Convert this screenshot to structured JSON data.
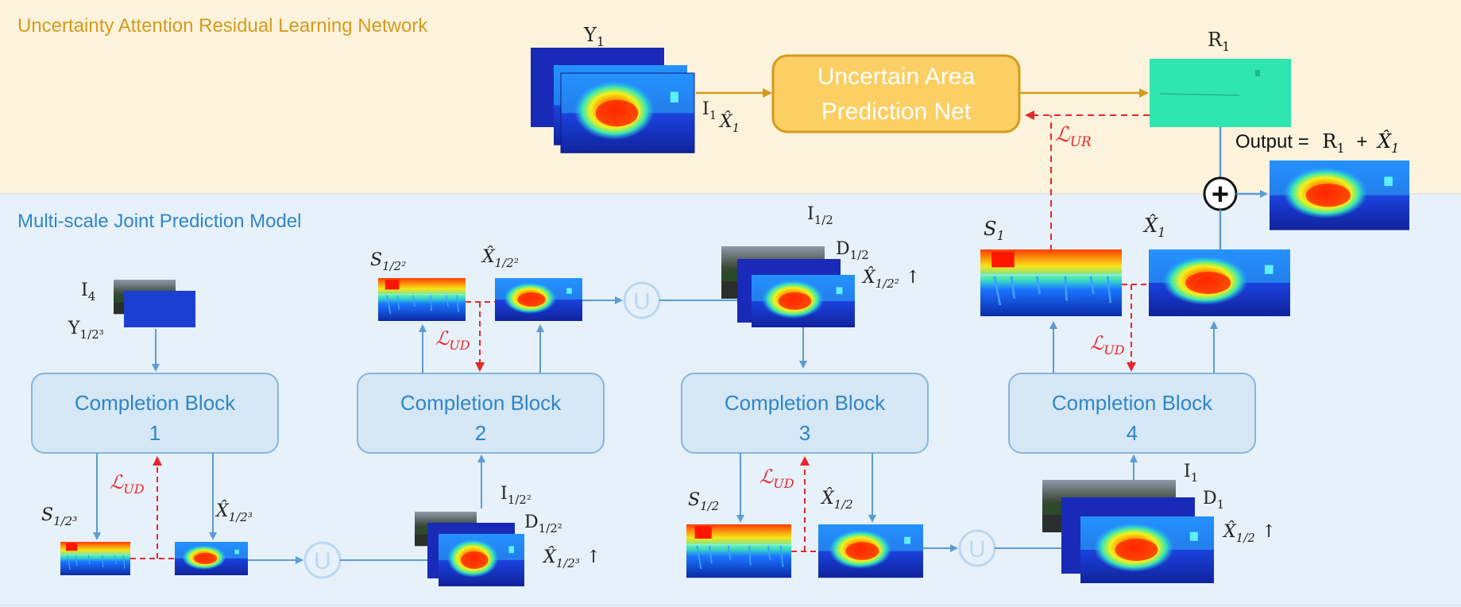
{
  "sections": {
    "top": {
      "title": "Uncertainty Attention Residual Learning Network",
      "bg": "#fdf3dc",
      "title_color": "#d39b1e"
    },
    "bottom": {
      "title": "Multi-scale Joint Prediction Model",
      "bg": "#e7f1fa",
      "title_color": "#2e86c8"
    }
  },
  "colors": {
    "block_fill": "#d6e7f5",
    "block_stroke": "#86b6dc",
    "block_text": "#2e86c8",
    "arrow_blue": "#5b9bd5",
    "arrow_gold": "#d39b1e",
    "loss_red": "#e8262a",
    "uapn_fill": "#fbcf63",
    "uapn_stroke": "#d39b1e",
    "uapn_text": "#ffffff",
    "residual_map": "#27e0a4",
    "upsample": "#bcd7f0"
  },
  "uapn": {
    "line1": "Uncertain Area",
    "line2": "Prediction Net"
  },
  "blocks": [
    {
      "line1": "Completion Block",
      "line2": "1"
    },
    {
      "line1": "Completion Block",
      "line2": "2"
    },
    {
      "line1": "Completion Block",
      "line2": "3"
    },
    {
      "line1": "Completion Block",
      "line2": "4"
    }
  ],
  "upsample_symbol": "U",
  "sum_symbol": "+",
  "labels": {
    "Y1": {
      "base": "Y",
      "sub": "1"
    },
    "I1_top": {
      "base": "I",
      "sub": "1"
    },
    "X1_top": {
      "base": "X̂",
      "sub": "1"
    },
    "R1": {
      "base": "R",
      "sub": "1"
    },
    "L_UR": {
      "base": "ℒ",
      "sub": "UR"
    },
    "output_prefix": "Output =",
    "output_R": {
      "base": "R",
      "sub": "1"
    },
    "output_plus": "+",
    "output_X": {
      "base": "X̂",
      "sub": "1"
    },
    "I4": {
      "base": "I",
      "sub": "4"
    },
    "Y_1_8": {
      "base": "Y",
      "sub": "1/2³"
    },
    "S_1_8": {
      "base": "S",
      "sub": "1/2³"
    },
    "X_1_8": {
      "base": "X̂",
      "sub": "1/2³"
    },
    "L_UD_1": {
      "base": "ℒ",
      "sub": "UD"
    },
    "I_1_4_in": {
      "base": "I",
      "sub": "1/2²"
    },
    "D_1_4_in": {
      "base": "D",
      "sub": "1/2²"
    },
    "X_1_8_up": {
      "base": "X̂",
      "sub": "1/2³",
      "suffix": "↑"
    },
    "S_1_4": {
      "base": "S",
      "sub": "1/2²"
    },
    "X_1_4": {
      "base": "X̂",
      "sub": "1/2²"
    },
    "L_UD_2": {
      "base": "ℒ",
      "sub": "UD"
    },
    "I_1_2_in": {
      "base": "I",
      "sub": "1/2"
    },
    "D_1_2_in": {
      "base": "D",
      "sub": "1/2"
    },
    "X_1_4_up": {
      "base": "X̂",
      "sub": "1/2²",
      "suffix": "↑"
    },
    "S_1_2": {
      "base": "S",
      "sub": "1/2"
    },
    "X_1_2": {
      "base": "X̂",
      "sub": "1/2"
    },
    "L_UD_3": {
      "base": "ℒ",
      "sub": "UD"
    },
    "I1_in": {
      "base": "I",
      "sub": "1"
    },
    "D1_in": {
      "base": "D",
      "sub": "1"
    },
    "X_1_2_up": {
      "base": "X̂",
      "sub": "1/2",
      "suffix": "↑"
    },
    "S1": {
      "base": "S",
      "sub": "1"
    },
    "X1": {
      "base": "X̂",
      "sub": "1"
    },
    "L_UD_4": {
      "base": "ℒ",
      "sub": "UD"
    }
  }
}
